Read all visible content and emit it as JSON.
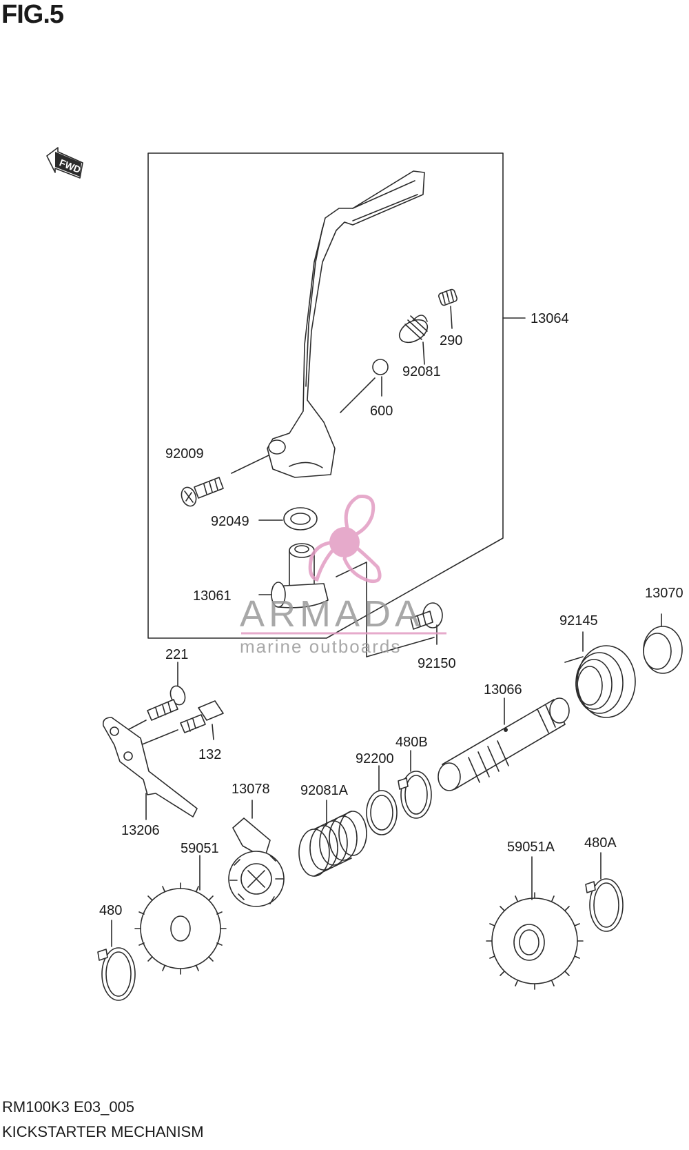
{
  "figure_title": "FIG.5",
  "direction_marker": "FWD",
  "assembly_label": "13064",
  "part_labels": {
    "p290": "290",
    "p92081": "92081",
    "p600": "600",
    "p92009": "92009",
    "p92049": "92049",
    "p13061": "13061",
    "p92150": "92150",
    "p13070": "13070",
    "p92145": "92145",
    "p13066": "13066",
    "p221": "221",
    "p132": "132",
    "p13206": "13206",
    "p480B": "480B",
    "p92200": "92200",
    "p92081A": "92081A",
    "p13078": "13078",
    "p59051": "59051",
    "p480": "480",
    "p59051A": "59051A",
    "p480A": "480A"
  },
  "watermark": {
    "brand": "ARMADA",
    "tagline": "marine outboards",
    "accent_color": "#e29cc3"
  },
  "footer": {
    "code": "RM100K3 E03_005",
    "name": "KICKSTARTER MECHANISM"
  }
}
